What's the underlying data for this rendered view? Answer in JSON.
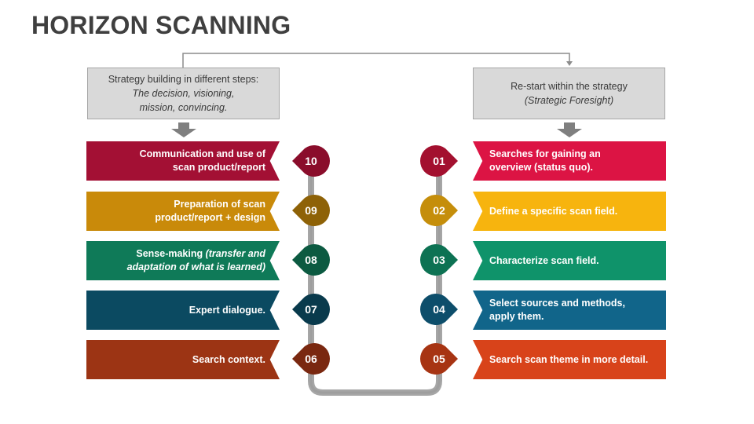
{
  "title": "HORIZON SCANNING",
  "left_box": {
    "line1": "Strategy building in different steps:",
    "line2": "The decision, visioning,",
    "line3": "mission, convincing."
  },
  "right_box": {
    "line1": "Re-start within the strategy",
    "line2": "(Strategic Foresight)"
  },
  "left_steps": [
    {
      "num": "10",
      "text": "Communication and use of scan product/report",
      "color": "#a31034",
      "badge": "#8a0d2b"
    },
    {
      "num": "09",
      "text": "Preparation of scan product/report + design",
      "color": "#c98a0a",
      "badge": "#8e6207"
    },
    {
      "num": "08",
      "text_a": "Sense-making ",
      "text_b": "(transfer and adaptation of what is learned)",
      "color": "#0f7a58",
      "badge": "#0c5a41"
    },
    {
      "num": "07",
      "text": "Expert dialogue.",
      "color": "#0b4a61",
      "badge": "#093a4c"
    },
    {
      "num": "06",
      "text": "Search context.",
      "color": "#9c3414",
      "badge": "#7a2810"
    }
  ],
  "right_steps": [
    {
      "num": "01",
      "text": "Searches for gaining an overview (status quo).",
      "color": "#dc1444",
      "badge": "#a3102f"
    },
    {
      "num": "02",
      "text": "Define a specific scan field.",
      "color": "#f7b40e",
      "badge": "#c58e0b"
    },
    {
      "num": "03",
      "text": "Characterize scan field.",
      "color": "#0f936a",
      "badge": "#0d7253"
    },
    {
      "num": "04",
      "text": "Select sources and methods, apply them.",
      "color": "#11658a",
      "badge": "#0d4e6b"
    },
    {
      "num": "05",
      "text": "Search scan theme in more detail.",
      "color": "#d8431a",
      "badge": "#a73413"
    }
  ],
  "colors": {
    "connector": "#8c8c8c",
    "top_box": "#d9d9d9",
    "arrow": "#7f7f7f"
  }
}
